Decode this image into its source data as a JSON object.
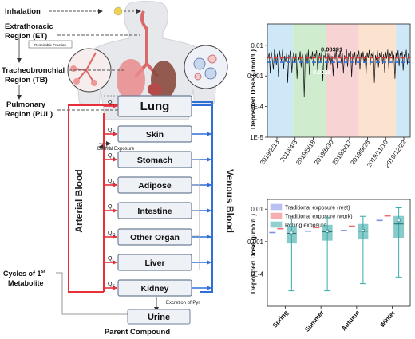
{
  "pbpk": {
    "left_labels": {
      "inhalation": "Inhalation",
      "et_line1": "Extrathoracic",
      "et_line2": "Region (ET)",
      "respirable": "Respirable Fraction",
      "tb_line1": "Tracheobronchial",
      "tb_line2": "Region (TB)",
      "pul_line1": "Pulmonary",
      "pul_line2": "Region (PUL)",
      "cycles_line1": "Cycles of 1",
      "cycles_sup": "st",
      "cycles_line2": "Metabolite"
    },
    "arterial_blood": "Arterial Blood",
    "venous_blood": "Venous Blood",
    "dermal_exposure": "Dermal Exposure",
    "excretion": "Excretion of Pyr",
    "parent_compound": "Parent Compound",
    "compartments": [
      {
        "label": "Lung",
        "flow": "Q",
        "sub": "L"
      },
      {
        "label": "Skin",
        "flow": "Q",
        "sub": "S"
      },
      {
        "label": "Stomach",
        "flow": "Q",
        "sub": "S"
      },
      {
        "label": "Adipose",
        "flow": "Q",
        "sub": "A"
      },
      {
        "label": "Intestine",
        "flow": "Q",
        "sub": "I"
      },
      {
        "label": "Other Organ",
        "flow": "Q",
        "sub": "O"
      },
      {
        "label": "Liver",
        "flow": "Q",
        "sub": "L"
      },
      {
        "label": "Kidney",
        "flow": "Q",
        "sub": "K"
      }
    ],
    "urine": "Urine",
    "colors": {
      "arterial": "#e8303a",
      "venous": "#2f6fd8",
      "box_fill": "#eef1f6",
      "box_stroke": "#6e7f97"
    }
  },
  "chart_data": [
    {
      "type": "line",
      "ylabel": "Deposited Dose (μmol/L)",
      "y_scale": "log",
      "ylim": [
        1e-05,
        0.05
      ],
      "y_ticks": [
        "0.01",
        "0.001",
        "1E-4",
        "1E-5"
      ],
      "x_ticks": [
        "2019/2/13",
        "2019/4/3",
        "2019/5/18",
        "2019/6/30",
        "2019/8/17",
        "2019/9/28",
        "2019/11/10",
        "2019/12/22"
      ],
      "annotations": [
        "0.00391",
        "0.0028"
      ],
      "series": [
        {
          "values": [
            0.0041,
            0.0055,
            0.0012,
            0.0062,
            0.0034,
            0.0016,
            0.0072,
            0.0048,
            0.0023,
            0.0052,
            0.0009,
            0.0067,
            0.0039,
            0.0031,
            0.0074,
            0.0017,
            0.0045,
            0.0028,
            0.0058,
            0.0006,
            0.0049,
            0.0036,
            0.0066,
            0.0013,
            0.0042,
            0.0061,
            0.0027,
            0.0053,
            0.0008,
            0.0047,
            0.0033,
            0.0064,
            0.0019,
            0.0056,
            0.0038,
            0.0002,
            0.0044,
            0.0059,
            0.0025,
            0.0071,
            0.0011,
            0.0046,
            0.0035,
            0.0063,
            0.0021,
            0.0051,
            0.0043,
            0.0069,
            0.0015,
            0.0037,
            0.0057,
            0.0029,
            0.0065,
            0.0007,
            0.0048,
            0.0039,
            0.0068,
            0.0014,
            0.0054,
            0.0032,
            0.006,
            0.0024,
            0.0045,
            0.001,
            0.0062,
            0.0035,
            0.007,
            0.0018,
            0.005,
            0.004,
            0.0066,
            0.0026,
            0.0055,
            0.0012,
            0.0047,
            0.0036,
            0.0073,
            0.002,
            0.0058,
            0.0041,
            0.0064,
            0.0009,
            0.0052,
            0.0034,
            0.0061,
            0.0023,
            0.0049,
            0.0042,
            0.0067,
            0.0016,
            0.0056,
            0.003,
            0.0063,
            0.0027,
            0.0046,
            0.0011,
            0.0059,
            0.0038,
            0.007,
            0.0022,
            0.0053,
            0.0044,
            0.0065,
            0.0006,
            0.0048,
            0.0033,
            0.0068,
            0.0019,
            0.0057,
            0.004,
            0.0062,
            0.0025,
            0.0051,
            0.0013,
            0.006,
            0.0037,
            0.0072,
            0.0017,
            0.0054,
            0.0045,
            0.0066,
            0.0028,
            0.0049,
            0.0008,
            0.0058,
            0.0035,
            0.0069,
            0.0021,
            0.0055,
            0.0043,
            0.0063,
            0.0015,
            0.005,
            0.0039,
            0.0071,
            0.0024,
            0.0052,
            0.0046
          ]
        },
        {
          "name": "",
          "values": [
            0.00391
          ]
        },
        {
          "name": "",
          "values": [
            0.0028
          ]
        }
      ],
      "seasons": [
        "winter",
        "spring",
        "summer",
        "autumn",
        "winter"
      ],
      "season_colors": {
        "winter": "#cfe8f7",
        "spring": "#cfeccf",
        "summer": "#f8d3d3",
        "autumn": "#fbe3cf"
      },
      "grid": false
    },
    {
      "type": "box",
      "ylabel": "Deposited Dose (μmol/L)",
      "y_scale": "log",
      "ylim": [
        1e-05,
        0.02
      ],
      "y_ticks": [
        "0.01",
        "0.001",
        "1E-4"
      ],
      "categories": [
        "Spring",
        "Summer",
        "Autumn",
        "Winter"
      ],
      "legend_position": "top-left",
      "series": [
        {
          "name": "Traditional exposure (rest)",
          "color": "#7f8fe8",
          "values": [
            0.0019,
            0.0021,
            0.0022,
            0.0045
          ]
        },
        {
          "name": "Traditional exposure (work)",
          "color": "#ef6f73",
          "values": [
            0.0025,
            0.0027,
            0.003,
            0.0062
          ]
        },
        {
          "name": "Rolling exposure",
          "color": "#3aa9a9",
          "boxes": [
            {
              "min": 3e-05,
              "q1": 0.0009,
              "median": 0.0018,
              "q3": 0.003,
              "max": 0.005,
              "mean": 0.0019
            },
            {
              "min": 3e-05,
              "q1": 0.0011,
              "median": 0.002,
              "q3": 0.0032,
              "max": 0.0055,
              "mean": 0.0021
            },
            {
              "min": 5e-05,
              "q1": 0.0012,
              "median": 0.0021,
              "q3": 0.0034,
              "max": 0.006,
              "mean": 0.0022
            },
            {
              "min": 8e-05,
              "q1": 0.0013,
              "median": 0.0035,
              "q3": 0.006,
              "max": 0.011,
              "mean": 0.0045
            }
          ]
        }
      ],
      "grid": false
    }
  ]
}
